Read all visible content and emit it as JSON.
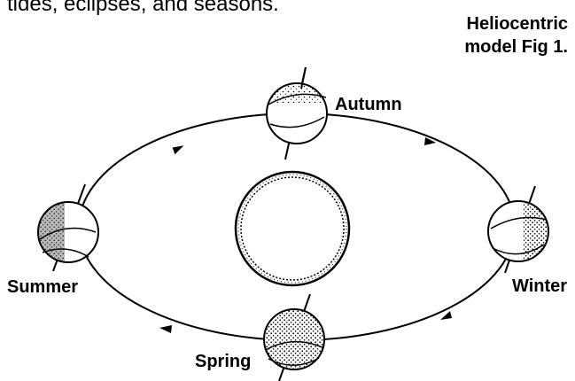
{
  "header_text": "tides, eclipses, and seasons.",
  "caption": {
    "line1": "Heliocentric",
    "line2": "model Fig 1."
  },
  "seasons": {
    "autumn": "Autumn",
    "winter": "Winter",
    "spring": "Spring",
    "summer": "Summer"
  },
  "colors": {
    "ink": "#000000",
    "paper": "#ffffff"
  }
}
